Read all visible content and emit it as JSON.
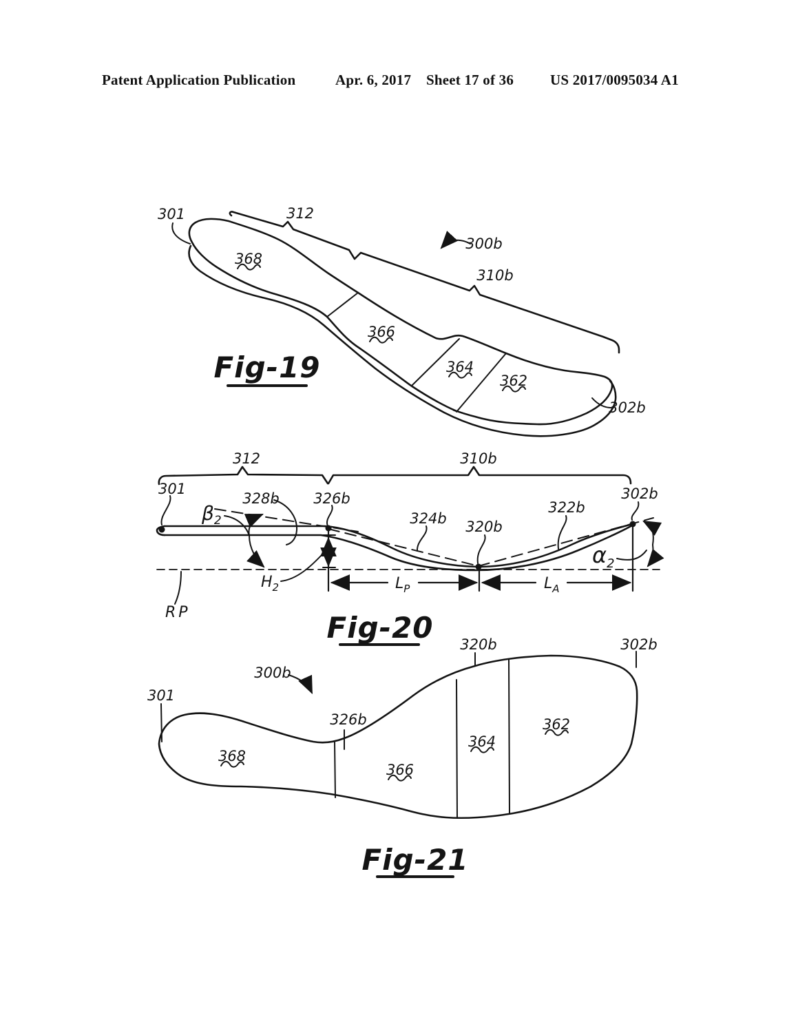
{
  "header": {
    "publication": "Patent Application Publication",
    "date": "Apr. 6, 2017",
    "sheet": "Sheet 17 of 36",
    "patent_number": "US 2017/0095034 A1"
  },
  "fig19": {
    "title": "Fig-19",
    "ref_301": "301",
    "ref_312": "312",
    "ref_300b": "300b",
    "ref_310b": "310b",
    "ref_368": "368",
    "ref_366": "366",
    "ref_364": "364",
    "ref_362": "362",
    "ref_302b": "302b"
  },
  "fig20": {
    "title": "Fig-20",
    "ref_312": "312",
    "ref_310b": "310b",
    "ref_301": "301",
    "ref_328b": "328b",
    "ref_326b": "326b",
    "ref_324b": "324b",
    "ref_320b": "320b",
    "ref_322b": "322b",
    "ref_302b": "302b",
    "angle_beta": "β",
    "angle_beta_sub": "2",
    "angle_alpha": "α",
    "angle_alpha_sub": "2",
    "dim_h": "H",
    "dim_h_sub": "2",
    "dim_lp": "L",
    "dim_lp_sub": "P",
    "dim_la": "L",
    "dim_la_sub": "A",
    "ref_rp": "RP"
  },
  "fig21": {
    "title": "Fig-21",
    "ref_320b": "320b",
    "ref_302b": "302b",
    "ref_300b": "300b",
    "ref_301": "301",
    "ref_326b": "326b",
    "ref_368": "368",
    "ref_366": "366",
    "ref_364": "364",
    "ref_362": "362"
  }
}
